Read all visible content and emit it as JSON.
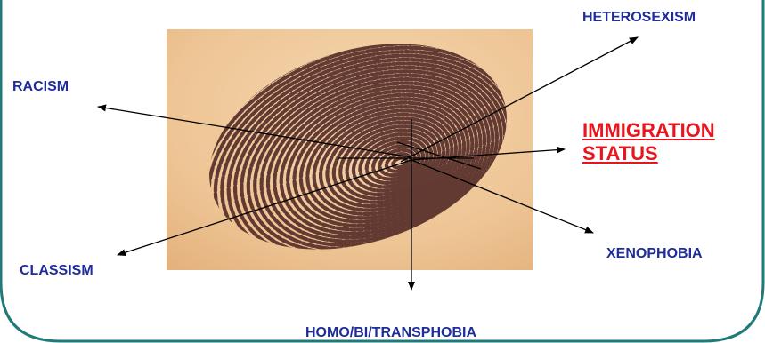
{
  "labels": {
    "heterosexism": "HETEROSEXISM",
    "racism": "RACISM",
    "immigration_line1": "IMMIGRATION",
    "immigration_line2": "STATUS",
    "xenophobia": "XENOPHOBIA",
    "classism": "CLASSISM",
    "homo_bi_trans": "HOMO/BI/TRANSPHOBIA"
  },
  "colors": {
    "frame": "#1f7a78",
    "label_text": "#1f2c9a",
    "highlight_text": "#e8141e",
    "background": "#ffffff",
    "fingerprint_bg": "#eec89a",
    "fingerprint_ridges": "#4a2220",
    "arrow": "#000000"
  },
  "image": {
    "subject": "fingerprint"
  }
}
